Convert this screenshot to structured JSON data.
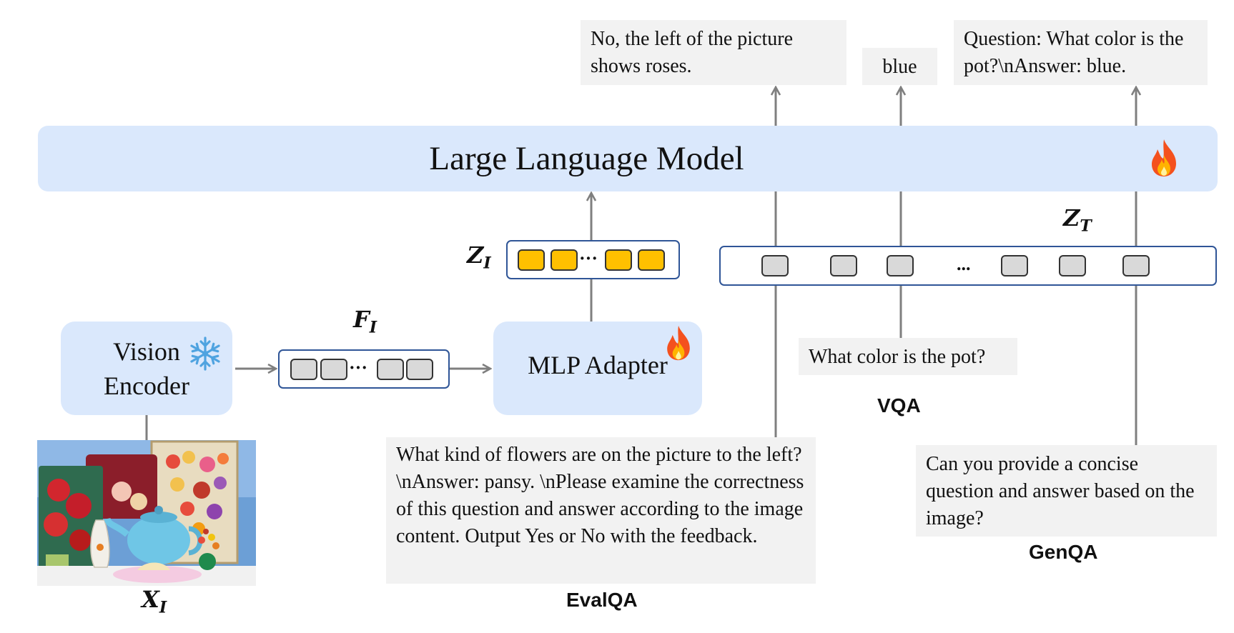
{
  "llm": {
    "label": "Large Language Model",
    "status_icon": "fire-icon"
  },
  "vision_encoder": {
    "label_line1": "Vision",
    "label_line2": "Encoder",
    "status_icon": "snowflake-icon"
  },
  "mlp_adapter": {
    "label": "MLP Adapter",
    "status_icon": "fire-icon"
  },
  "symbols": {
    "image_input": {
      "base": "X",
      "sub": "I"
    },
    "image_features": {
      "base": "F",
      "sub": "I"
    },
    "visual_tokens": {
      "base": "Z",
      "sub": "I"
    },
    "text_tokens": {
      "base": "Z",
      "sub": "T"
    }
  },
  "ellipsis": "···",
  "text_token_ellipsis": "...",
  "outputs": {
    "evalqa": "No, the left of the picture shows roses.",
    "vqa": "blue",
    "genqa": "Question: What color is the pot?\\nAnswer: blue."
  },
  "inputs": {
    "evalqa": "What kind of flowers are on the picture to the left?\\nAnswer: pansy. \\nPlease examine the correctness of this question and answer according to the image content. Output Yes or No with the feedback.",
    "vqa": "What color is the pot?",
    "genqa": "Can you provide a concise question and answer based on the image?"
  },
  "task_labels": {
    "evalqa": "EvalQA",
    "vqa": "VQA",
    "genqa": "GenQA"
  },
  "colors": {
    "module_fill": "#dae8fc",
    "token_bar_border": "#2f5597",
    "visual_token_fill": "#ffc000",
    "text_token_fill": "#d9d9d9",
    "text_box_fill": "#f2f2f2",
    "arrow": "#7f7f7f"
  }
}
